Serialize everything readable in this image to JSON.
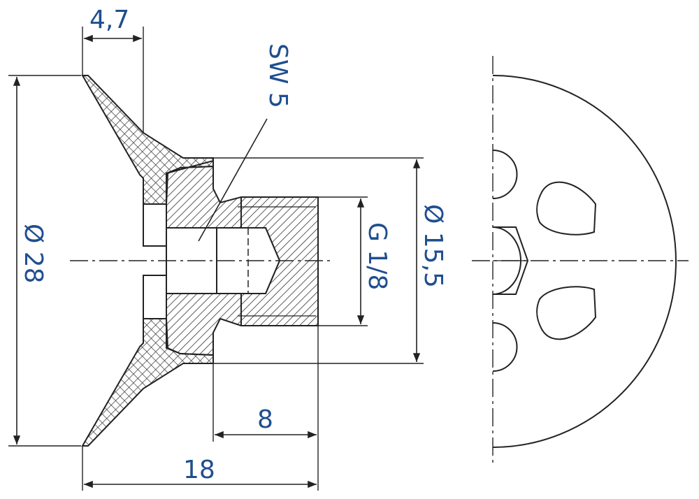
{
  "drawing": {
    "dimensions": {
      "flange_thickness": "4,7",
      "hex_socket": "SW 5",
      "outer_diameter": "Ø 28",
      "thread": "G 1/8",
      "body_diameter": "Ø 15,5",
      "thread_depth": "8",
      "overall_length": "18"
    },
    "colors": {
      "dimension_text": "#1f4e8f",
      "line": "#222222"
    }
  }
}
